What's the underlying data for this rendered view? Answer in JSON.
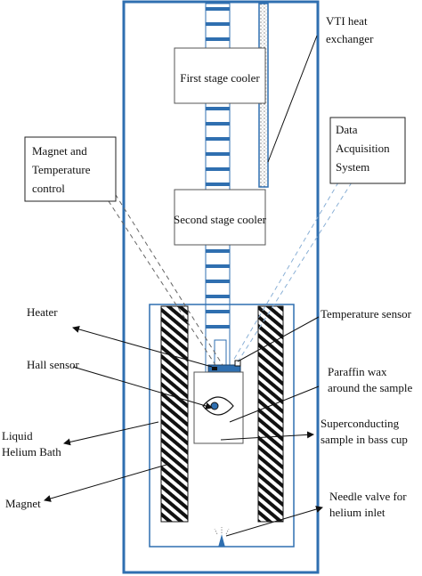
{
  "labels": {
    "vti_heat_exchanger": [
      "VTI heat",
      "exchanger"
    ],
    "first_stage_cooler": "First stage cooler",
    "second_stage_cooler": "Second stage cooler",
    "data_acquisition": [
      "Data",
      "Acquisition",
      "System"
    ],
    "magnet_temp_control": [
      "Magnet and",
      "Temperature",
      "control"
    ],
    "temperature_sensor": "Temperature sensor",
    "heater": "Heater",
    "paraffin_wax": [
      "Paraffin wax",
      "around the sample"
    ],
    "hall_sensor": "Hall sensor",
    "superconducting_sample": [
      "Superconducting",
      "sample in bass cup"
    ],
    "liquid_helium_bath": [
      "Liquid",
      "Helium Bath"
    ],
    "magnet": "Magnet",
    "needle_valve": [
      "Needle valve for",
      "helium inlet"
    ]
  },
  "colors": {
    "heat_exchanger_stroke": "#2f6fb0",
    "block_accent": "#2f6fb0",
    "control_dash": "#666666",
    "daq_dash": "#8ab0d6"
  }
}
